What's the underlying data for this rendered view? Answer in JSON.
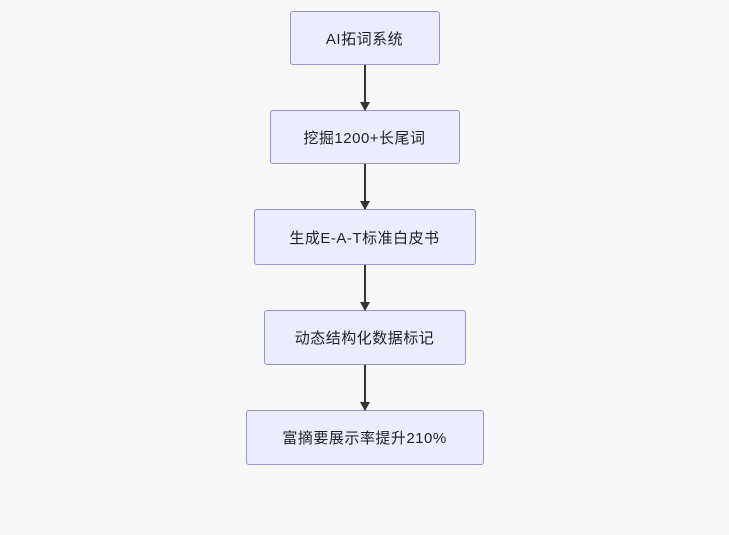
{
  "diagram": {
    "type": "flowchart",
    "direction": "top-to-bottom",
    "background_color": "#f7f7f7",
    "node_fill": "#ececff",
    "node_border": "#9a90d8",
    "arrow_color": "#333338",
    "nodes": [
      {
        "id": "n0",
        "label": "AI拓词系统"
      },
      {
        "id": "n1",
        "label": "挖掘1200+长尾词"
      },
      {
        "id": "n2",
        "label": "生成E-A-T标准白皮书"
      },
      {
        "id": "n3",
        "label": "动态结构化数据标记"
      },
      {
        "id": "n4",
        "label": "富摘要展示率提升210%"
      }
    ],
    "edges": [
      {
        "from": "n0",
        "to": "n1"
      },
      {
        "from": "n1",
        "to": "n2"
      },
      {
        "from": "n2",
        "to": "n3"
      },
      {
        "from": "n3",
        "to": "n4"
      }
    ]
  }
}
